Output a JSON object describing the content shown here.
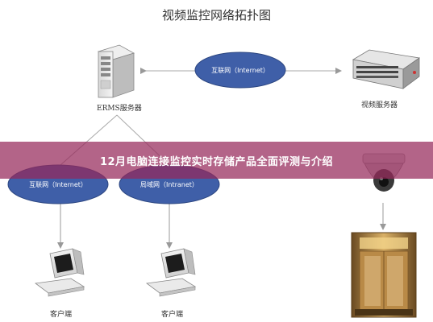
{
  "title": "视频监控网络拓扑图",
  "nodes": {
    "erms_server": "ERMS服务器",
    "video_server": "视频服务器",
    "client_left": "客户端",
    "client_right": "客户端"
  },
  "networks": {
    "internet_top": "互联网（Internet）",
    "internet_left": "互联网（Internet）",
    "intranet": "局域网（Intranet）"
  },
  "banner": "12月电脑连接监控实时存储产品全面评测与介绍",
  "colors": {
    "ellipse_fill": "#3f5fa8",
    "ellipse_stroke": "#2c4680",
    "banner_bg": "#962a5a"
  }
}
